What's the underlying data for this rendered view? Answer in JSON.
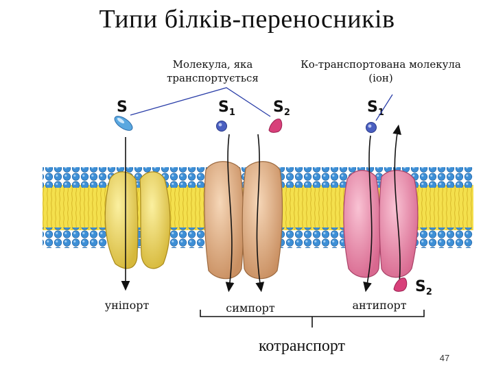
{
  "title": "Типи білків-переносників",
  "labels": {
    "transported_molecule": "Молекула, яка транспортується",
    "cotransported_molecule": "Ко-транспортована молекула (іон)",
    "uniport": "уніпорт",
    "symport": "симпорт",
    "antiport": "антипорт",
    "cotransport": "котранспорт",
    "page_number": "47"
  },
  "molecules": {
    "s_uniport": {
      "letter": "S",
      "sub": ""
    },
    "s1_symport": {
      "letter": "S",
      "sub": "1"
    },
    "s2_symport": {
      "letter": "S",
      "sub": "2"
    },
    "s1_antiport": {
      "letter": "S",
      "sub": "1"
    },
    "s2_antiport": {
      "letter": "S",
      "sub": "2"
    }
  },
  "colors": {
    "lipid_heads": "#3d8fd6",
    "lipid_tails": "#f4e04d",
    "uniport_protein": "#e8cf4e",
    "symport_protein": "#e2b48c",
    "antiport_protein": "#ec8fae",
    "molecule_s": "#5aa8e0",
    "molecule_s1": "#4a5fc0",
    "molecule_s2": "#d8407a",
    "leader_lines": "#2a3ea8"
  }
}
